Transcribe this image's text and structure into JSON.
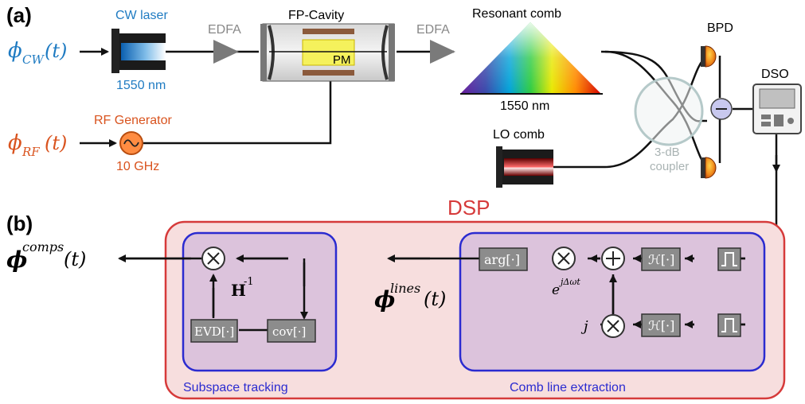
{
  "panels": {
    "a": "(a)",
    "b": "(b)"
  },
  "colors": {
    "blue_text": "#1f7bc2",
    "orange_text": "#d9531e",
    "dsp_red": "#d63a3a",
    "dsp_fill": "#f7dede",
    "block_blue": "#2b2bd0",
    "block_fill": "#dcc3dc",
    "grey_box": "#8c8c8c"
  },
  "inputs": {
    "phi_cw": {
      "main": "ϕ",
      "sub": "CW",
      "arg": "(t)"
    },
    "phi_rf": {
      "main": "ϕ",
      "sub": "RF",
      "arg": "(t)"
    }
  },
  "components": {
    "cw_laser": {
      "title": "CW laser",
      "wavelength": "1550 nm"
    },
    "edfa1": "EDFA",
    "fp_cavity": {
      "title": "FP-Cavity",
      "pm": "PM"
    },
    "edfa2": "EDFA",
    "resonant_comb": {
      "title": "Resonant comb",
      "wavelength": "1550 nm"
    },
    "rf_generator": {
      "title": "RF Generator",
      "freq": "10 GHz"
    },
    "lo_comb": "LO comb",
    "coupler": {
      "line1": "3-dB",
      "line2": "coupler"
    },
    "bpd": "BPD",
    "dso": "DSO"
  },
  "dsp": {
    "title": "DSP",
    "subspace": {
      "label": "Subspace tracking",
      "evd": "EVD[·]",
      "cov": "cov[·]",
      "h_matrix": "H",
      "h_exp": "-1"
    },
    "comb_extraction": {
      "label": "Comb line extraction",
      "arg": "arg[·]",
      "hilbert_top": "ℋ[·]",
      "hilbert_bot": "ℋ[·]",
      "exp_base": "e",
      "exp_power": "jΔωt",
      "j": "j"
    },
    "phi_lines": {
      "main": "ϕ",
      "sup": "lines",
      "arg": "(t)"
    },
    "phi_comps": {
      "main": "ϕ",
      "sup": "comps",
      "arg": "(t)"
    }
  }
}
